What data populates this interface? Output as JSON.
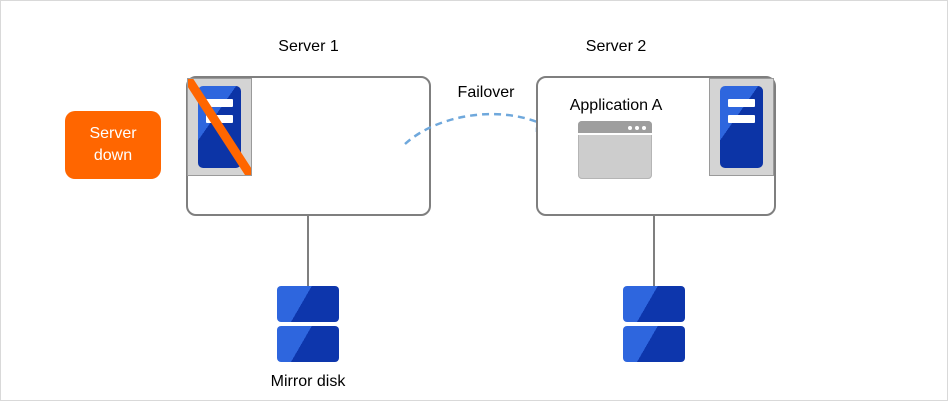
{
  "labels": {
    "server1": "Server 1",
    "server2": "Server 2",
    "failover": "Failover",
    "application": "Application A",
    "server_down_line1": "Server",
    "server_down_line2": "down",
    "mirror_disk": "Mirror disk"
  },
  "icons": {
    "server1_icon": "server-tower-crossed-icon",
    "server2_icon": "server-tower-icon",
    "application_icon": "application-window-icon",
    "disk_icon": "mirror-disk-icon"
  },
  "colors": {
    "server_down_orange": "#FF6600",
    "server_blue_light": "#2E66DE",
    "server_blue_dark": "#0C34A6",
    "arrow_blue": "#6FA8DC",
    "box_border_gray": "#7F7F7F",
    "disk_blue": "#1646BE"
  }
}
